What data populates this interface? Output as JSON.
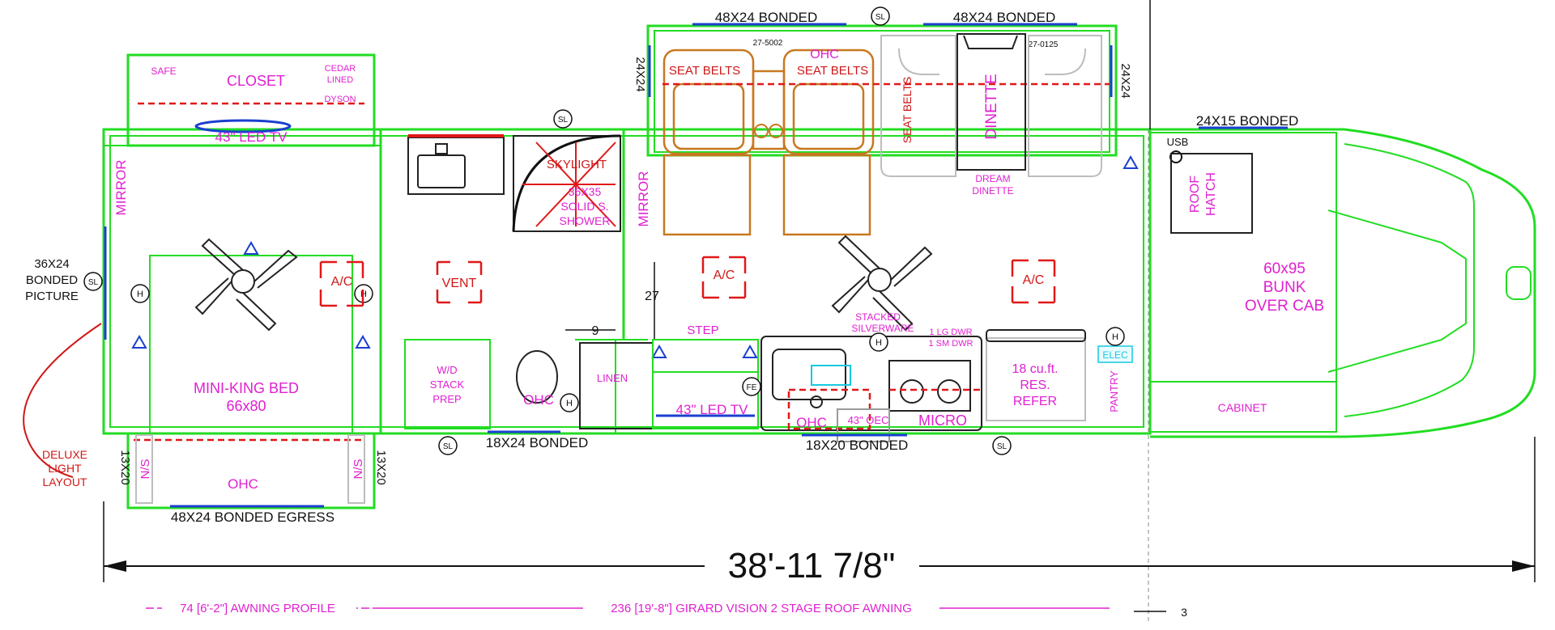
{
  "labels": {
    "win_top_left": "48X24 BONDED",
    "win_top_right": "48X24 BONDED",
    "sl": "SL",
    "h": "H",
    "safe": "SAFE",
    "closet": "CLOSET",
    "cedar1": "CEDAR",
    "cedar2": "LINED",
    "dyson": "DYSON",
    "tv_bedroom": "43\" LED TV",
    "mirror": "MIRROR",
    "win_side_left_1": "36X24",
    "win_side_left_2": "BONDED",
    "win_side_left_3": "PICTURE",
    "ac": "A/C",
    "vent": "VENT",
    "bed_1": "MINI-KING BED",
    "bed_2": "66x80",
    "ns": "N/S",
    "win_13x20": "13X20",
    "ohc": "OHC",
    "egress": "48X24 BONDED EGRESS",
    "deluxe_1": "DELUXE",
    "deluxe_2": "LIGHT",
    "deluxe_3": "LAYOUT",
    "skylight": "SKYLIGHT",
    "shower_1": "36X35",
    "shower_2": "SOLID S.",
    "shower_3": "SHOWER",
    "wd_1": "W/D",
    "wd_2": "STACK",
    "wd_3": "PREP",
    "linen": "LINEN",
    "dim_9": "9",
    "dim_27": "27",
    "step": "STEP",
    "tv_living": "43\" LED TV",
    "win_bath": "18X24 BONDED",
    "win_galley": "18X20 BONDED",
    "part_1": "27-5002",
    "part_2": "27-0125",
    "seat_belts": "SEAT BELTS",
    "win_24x24": "24X24",
    "dinette": "DINETTE",
    "dream_1": "DREAM",
    "dream_2": "DINETTE",
    "stacked_1": "STACKED",
    "stacked_2": "SILVERWARE",
    "lg_dwr": "1 LG DWR",
    "sm_dwr": "1 SM DWR",
    "fe": "FE",
    "oec": "43\" OEC",
    "micro": "MICRO",
    "refer_1": "18 cu.ft.",
    "refer_2": "RES.",
    "refer_3": "REFER",
    "pantry": "PANTRY",
    "elec": "ELEC",
    "win_roof": "24X15 BONDED",
    "usb": "USB",
    "roof_hatch_1": "ROOF",
    "roof_hatch_2": "HATCH",
    "bunk_1": "60x95",
    "bunk_2": "BUNK",
    "bunk_3": "OVER CAB",
    "cabinet": "CABINET",
    "overall_length": "38'-11 7/8\"",
    "awning_profile": "74 [6'-2\"] AWNING PROFILE",
    "roof_awning": "236 [19'-8\"] GIRARD VISION 2 STAGE ROOF AWNING",
    "dim_3": "3"
  }
}
